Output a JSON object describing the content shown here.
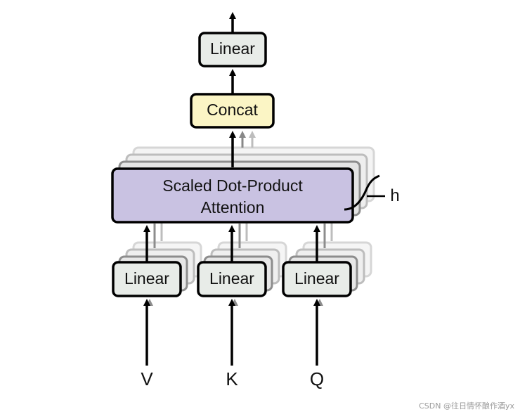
{
  "colors": {
    "linear_fill": "#e8ece8",
    "concat_fill": "#fbf5c5",
    "attention_fill": "#c9c2e2",
    "stroke": "#000000"
  },
  "diagram": {
    "output_linear": "Linear",
    "concat": "Concat",
    "attention_line1": "Scaled Dot-Product",
    "attention_line2": "Attention",
    "heads_label": "h",
    "linear_v": "Linear",
    "linear_k": "Linear",
    "linear_q": "Linear",
    "input_v": "V",
    "input_k": "K",
    "input_q": "Q"
  },
  "watermark": "CSDN @往日情怀酿作酒yx"
}
